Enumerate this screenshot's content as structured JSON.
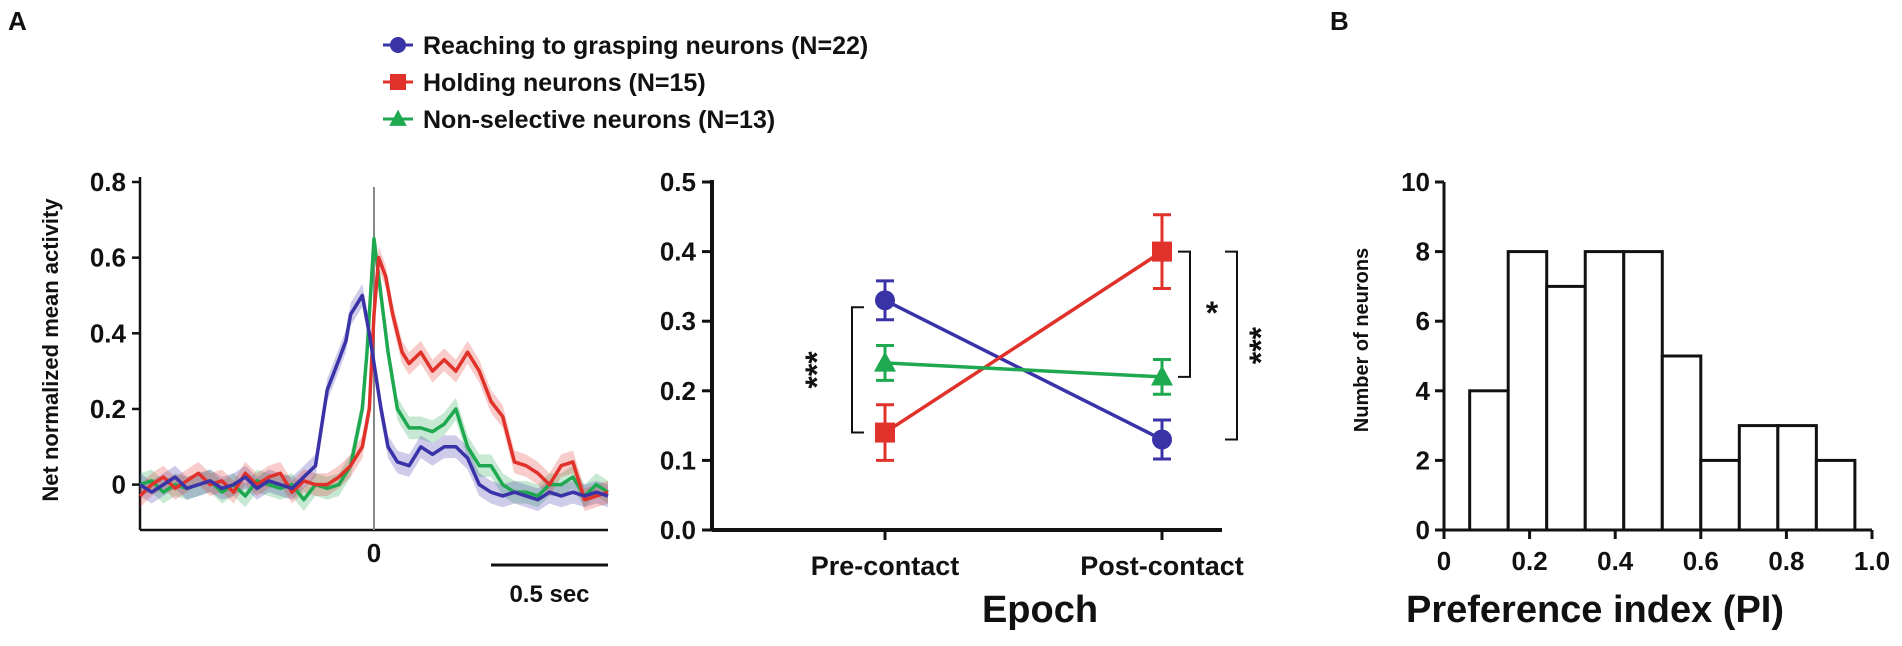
{
  "panel_labels": {
    "a": "A",
    "b": "B"
  },
  "colors": {
    "reaching": "#3a33a8",
    "holding": "#e0322a",
    "nonsel": "#1ea850",
    "axis": "#111111"
  },
  "chart_data": [
    {
      "id": "psth",
      "type": "line",
      "title": "",
      "xlabel": "",
      "ylabel": "Net normalized mean activity",
      "x_tick_labels": [
        "0"
      ],
      "y_tick_labels": [
        "0",
        "0.2",
        "0.4",
        "0.6",
        "0.8"
      ],
      "y_ticks": [
        0,
        0.2,
        0.4,
        0.6,
        0.8
      ],
      "xlim": [
        -1.0,
        1.0
      ],
      "ylim": [
        -0.12,
        0.8
      ],
      "scale_bar_label": "0.5 sec",
      "scale_bar_sec": 0.5,
      "legend_placement": "top",
      "series": [
        {
          "name": "Reaching to grasping neurons (N=22)",
          "color": "reaching",
          "marker": "circle",
          "x": [
            -1.0,
            -0.95,
            -0.9,
            -0.85,
            -0.8,
            -0.75,
            -0.7,
            -0.65,
            -0.6,
            -0.55,
            -0.5,
            -0.45,
            -0.4,
            -0.35,
            -0.3,
            -0.25,
            -0.2,
            -0.15,
            -0.12,
            -0.1,
            -0.07,
            -0.05,
            -0.02,
            0.0,
            0.03,
            0.06,
            0.1,
            0.15,
            0.2,
            0.25,
            0.3,
            0.35,
            0.4,
            0.45,
            0.5,
            0.55,
            0.6,
            0.65,
            0.7,
            0.75,
            0.8,
            0.85,
            0.9,
            0.95,
            1.0
          ],
          "y": [
            0.0,
            -0.02,
            0.0,
            0.02,
            -0.01,
            0.0,
            0.01,
            -0.01,
            0.0,
            0.02,
            -0.01,
            0.01,
            0.0,
            -0.01,
            0.02,
            0.05,
            0.25,
            0.33,
            0.38,
            0.45,
            0.48,
            0.5,
            0.4,
            0.32,
            0.2,
            0.1,
            0.06,
            0.05,
            0.1,
            0.08,
            0.1,
            0.1,
            0.07,
            0.0,
            -0.02,
            -0.03,
            -0.02,
            -0.03,
            -0.04,
            -0.02,
            -0.03,
            -0.02,
            -0.03,
            -0.02,
            -0.03
          ]
        },
        {
          "name": "Holding neurons (N=15)",
          "color": "holding",
          "marker": "square",
          "x": [
            -1.0,
            -0.95,
            -0.9,
            -0.85,
            -0.8,
            -0.75,
            -0.7,
            -0.65,
            -0.6,
            -0.55,
            -0.5,
            -0.45,
            -0.4,
            -0.35,
            -0.3,
            -0.25,
            -0.2,
            -0.15,
            -0.1,
            -0.05,
            -0.02,
            0.0,
            0.02,
            0.05,
            0.08,
            0.12,
            0.15,
            0.2,
            0.25,
            0.3,
            0.35,
            0.4,
            0.45,
            0.5,
            0.55,
            0.6,
            0.65,
            0.7,
            0.75,
            0.8,
            0.85,
            0.9,
            0.95,
            1.0
          ],
          "y": [
            -0.03,
            0.0,
            0.02,
            -0.01,
            0.01,
            0.03,
            0.0,
            0.01,
            -0.02,
            0.03,
            0.0,
            0.02,
            0.03,
            -0.02,
            0.01,
            0.0,
            0.0,
            0.02,
            0.05,
            0.1,
            0.2,
            0.45,
            0.6,
            0.55,
            0.45,
            0.35,
            0.32,
            0.35,
            0.3,
            0.33,
            0.3,
            0.35,
            0.3,
            0.22,
            0.18,
            0.06,
            0.05,
            0.03,
            0.0,
            0.05,
            0.06,
            -0.04,
            -0.03,
            -0.02
          ]
        },
        {
          "name": "Non-selective neurons (N=13)",
          "color": "nonsel",
          "marker": "triangle",
          "x": [
            -1.0,
            -0.95,
            -0.9,
            -0.85,
            -0.8,
            -0.75,
            -0.7,
            -0.65,
            -0.6,
            -0.55,
            -0.5,
            -0.45,
            -0.4,
            -0.35,
            -0.3,
            -0.25,
            -0.2,
            -0.15,
            -0.1,
            -0.05,
            -0.03,
            0.0,
            0.03,
            0.06,
            0.1,
            0.15,
            0.2,
            0.25,
            0.3,
            0.35,
            0.4,
            0.45,
            0.5,
            0.55,
            0.6,
            0.65,
            0.7,
            0.75,
            0.8,
            0.85,
            0.9,
            0.95,
            1.0
          ],
          "y": [
            0.0,
            0.01,
            -0.02,
            0.0,
            -0.01,
            0.0,
            0.01,
            -0.02,
            0.0,
            -0.03,
            0.01,
            0.0,
            -0.01,
            0.0,
            -0.04,
            0.0,
            -0.01,
            0.0,
            0.05,
            0.2,
            0.35,
            0.65,
            0.5,
            0.35,
            0.2,
            0.15,
            0.15,
            0.14,
            0.16,
            0.2,
            0.1,
            0.05,
            0.05,
            0.0,
            -0.02,
            -0.02,
            -0.03,
            0.0,
            0.0,
            0.02,
            -0.03,
            0.0,
            -0.02
          ]
        }
      ]
    },
    {
      "id": "epoch",
      "type": "line",
      "title": "",
      "xlabel": "Epoch",
      "ylabel": "",
      "categories": [
        "Pre-contact",
        "Post-contact"
      ],
      "y_tick_labels": [
        "0.0",
        "0.1",
        "0.2",
        "0.3",
        "0.4",
        "0.5"
      ],
      "y_ticks": [
        0,
        0.1,
        0.2,
        0.3,
        0.4,
        0.5
      ],
      "ylim": [
        0,
        0.5
      ],
      "series": [
        {
          "name": "Reaching to grasping neurons (N=22)",
          "color": "reaching",
          "marker": "circle",
          "values": [
            0.33,
            0.13
          ],
          "err": [
            0.028,
            0.028
          ]
        },
        {
          "name": "Holding neurons (N=15)",
          "color": "holding",
          "marker": "square",
          "values": [
            0.14,
            0.4
          ],
          "err": [
            0.04,
            0.053
          ]
        },
        {
          "name": "Non-selective neurons (N=13)",
          "color": "nonsel",
          "marker": "triangle",
          "values": [
            0.24,
            0.22
          ],
          "err": [
            0.025,
            0.025
          ]
        }
      ],
      "annotations": [
        {
          "text": "***",
          "side": "pre",
          "from": 0.14,
          "to": 0.32
        },
        {
          "text": "*",
          "side": "post",
          "from": 0.22,
          "to": 0.4
        },
        {
          "text": "***",
          "side": "post-outer",
          "from": 0.13,
          "to": 0.4
        }
      ]
    },
    {
      "id": "histogram",
      "type": "bar",
      "title": "",
      "xlabel": "Preference index (PI)",
      "ylabel": "Number of neurons",
      "x_tick_labels": [
        "0",
        "0.2",
        "0.4",
        "0.6",
        "0.8",
        "1.0"
      ],
      "x_ticks": [
        0,
        0.2,
        0.4,
        0.6,
        0.8,
        1.0
      ],
      "y_tick_labels": [
        "0",
        "2",
        "4",
        "6",
        "8",
        "10"
      ],
      "y_ticks": [
        0,
        2,
        4,
        6,
        8,
        10
      ],
      "xlim": [
        0,
        1.0
      ],
      "ylim": [
        0,
        10
      ],
      "bin_edges": [
        0.06,
        0.15,
        0.24,
        0.33,
        0.42,
        0.51,
        0.6,
        0.69,
        0.78,
        0.87,
        0.96
      ],
      "values": [
        4,
        8,
        7,
        8,
        8,
        5,
        2,
        3,
        3,
        2
      ]
    }
  ]
}
